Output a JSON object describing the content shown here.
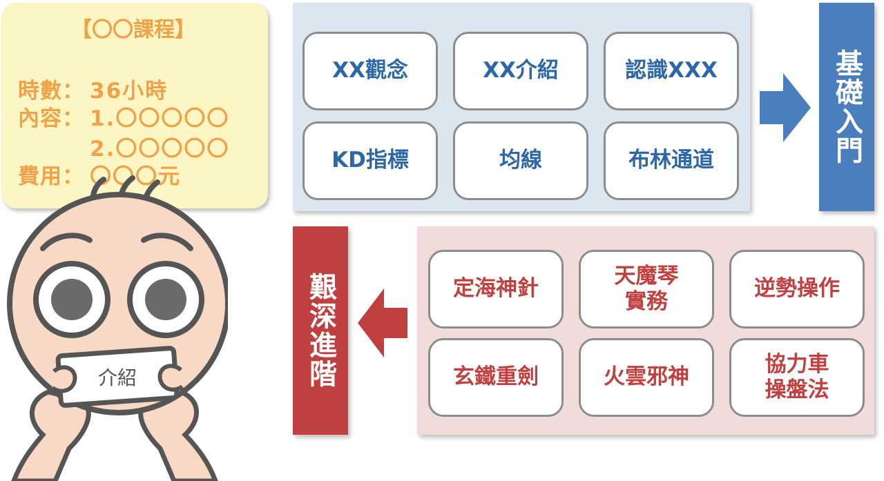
{
  "colors": {
    "course_card_bg": "#fbf6c4",
    "course_text": "#f0a24a",
    "basic_panel_bg": "#dce6f1",
    "basic_accent": "#4a7ebd",
    "basic_text": "#2e67a8",
    "advanced_panel_bg": "#f1dcdc",
    "advanced_accent": "#c0403f",
    "box_border": "#8c8c8c"
  },
  "course": {
    "title": "【〇〇課程】",
    "hours_label": "時數：",
    "hours_value": "36小時",
    "content_label": "內容：",
    "content_items": [
      "1.〇〇〇〇〇",
      "2.〇〇〇〇〇"
    ],
    "fee_label": "費用：",
    "fee_value": "〇〇〇元"
  },
  "basic": {
    "label": "基礎入門",
    "topics": [
      "XX觀念",
      "XX介紹",
      "認識XXX",
      "KD指標",
      "均線",
      "布林通道"
    ]
  },
  "advanced": {
    "label": "艱深進階",
    "topics": [
      "定海神針",
      "天魔琴\n實務",
      "逆勢操作",
      "玄鐵重劍",
      "火雲邪神",
      "協力車\n操盤法"
    ]
  },
  "mascot": {
    "paper_text": "介紹"
  },
  "icons": {
    "right_arrow": "arrow-right-icon",
    "left_arrow": "arrow-left-icon",
    "mascot": "worried-face-mascot-icon"
  }
}
